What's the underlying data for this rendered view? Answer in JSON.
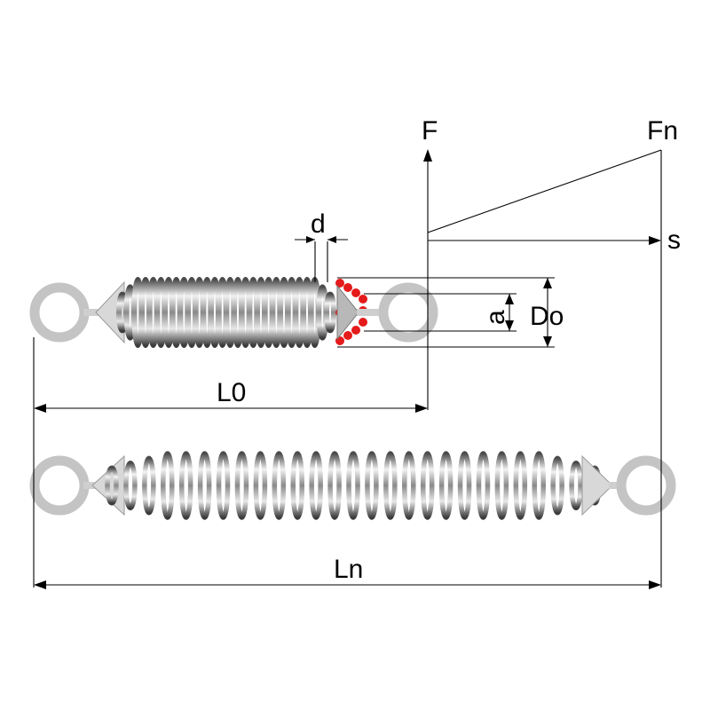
{
  "labels": {
    "force": "F",
    "force_n": "Fn",
    "travel": "s",
    "wire_diameter": "d",
    "inner_gap": "a",
    "outer_diameter": "Do",
    "free_length": "L0",
    "extended_length": "Ln"
  },
  "colors": {
    "eye": "#c4c4c4",
    "coil_light": "#e4e4e4",
    "coil_dark": "#5a5a5a",
    "section_highlight": "#e51a1a",
    "dimension_line": "#000000"
  },
  "springs": {
    "relaxed": {
      "coils": 28
    },
    "extended": {
      "coils": 27
    }
  }
}
